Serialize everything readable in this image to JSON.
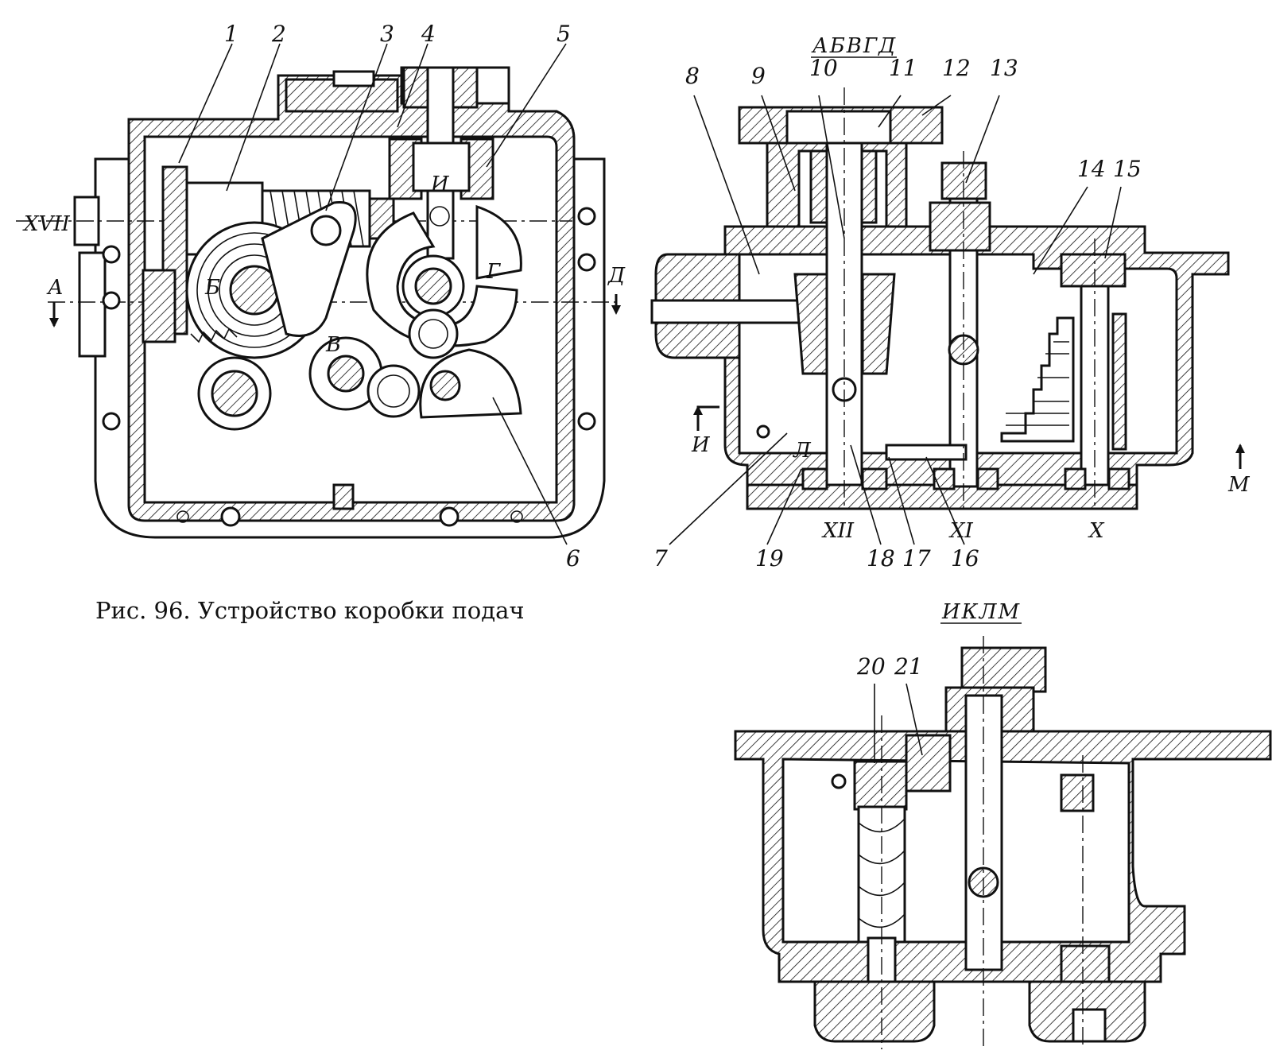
{
  "caption": "Рис. 96. Устройство коробки подач",
  "sections": {
    "top": "АБВГД",
    "bottom": "ИКЛМ"
  },
  "callouts": {
    "n1": "1",
    "n2": "2",
    "n3": "3",
    "n4": "4",
    "n5": "5",
    "n6": "6",
    "n7": "7",
    "n8": "8",
    "n9": "9",
    "n10": "10",
    "n11": "11",
    "n12": "12",
    "n13": "13",
    "n14": "14",
    "n15": "15",
    "n16": "16",
    "n17": "17",
    "n18": "18",
    "n19": "19",
    "n20": "20",
    "n21": "21"
  },
  "section_letters": {
    "A": "А",
    "B": "Б",
    "V": "В",
    "G": "Г",
    "D": "Д",
    "I": "И",
    "L": "Л",
    "M": "М"
  },
  "shaft_labels": {
    "s17": "XVII",
    "s10": "X",
    "s11": "XI",
    "s12": "XII"
  }
}
